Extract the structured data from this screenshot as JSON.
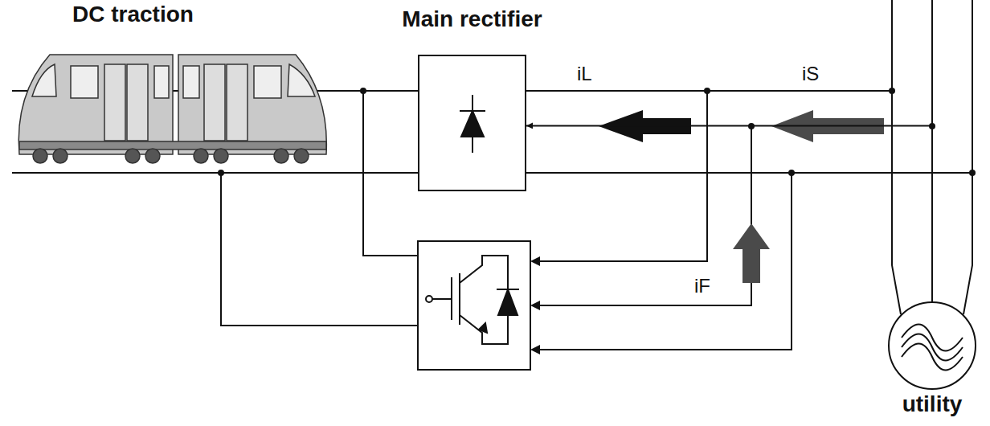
{
  "diagram": {
    "nodes": [
      {
        "text": [
          "Main rectifier"
        ]
      },
      {
        "text": [
          "utility"
        ]
      }
    ],
    "edges": [
      {
        "from": 1,
        "to": 0,
        "arrow": "to"
      }
    ],
    "labels": [
      "DC traction",
      "iL",
      "iS",
      "iF"
    ]
  }
}
